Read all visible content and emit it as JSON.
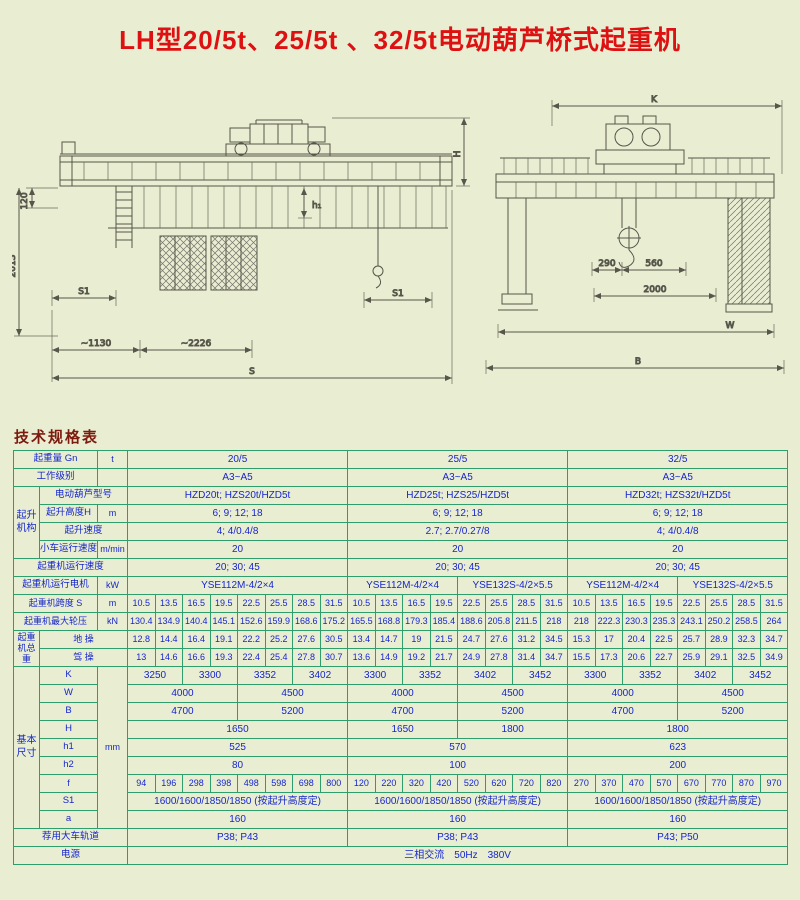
{
  "page": {
    "title": "LH型20/5t、25/5t 、32/5t电动葫芦桥式起重机",
    "table_heading": "技术规格表"
  },
  "colors": {
    "background": "#e9edd2",
    "title_red": "#dd1111",
    "table_border_green": "#2f9e6d",
    "table_text_blue": "#1527cc",
    "drawing_ink": "#56564a"
  },
  "drawings": {
    "side_view": {
      "labels": {
        "d120": "120",
        "d2013": "2013",
        "s1_left": "S1",
        "d1130": "~1130",
        "d2226": "~2226",
        "span": "S",
        "height": "H",
        "h1": "h₁",
        "s1_right": "S1"
      }
    },
    "end_view": {
      "labels": {
        "K": "K",
        "d290": "290",
        "d560": "560",
        "d2000": "2000",
        "W": "W",
        "B": "B"
      }
    }
  },
  "table": {
    "rows": [
      {
        "id": "capacity",
        "labelSpan": 2,
        "label": "起重量 Gn",
        "unit": "t",
        "cells": [
          {
            "t": "20/5",
            "s": 8
          },
          {
            "t": "25/5",
            "s": 8
          },
          {
            "t": "32/5",
            "s": 8
          }
        ]
      },
      {
        "id": "duty",
        "labelSpan": 2,
        "label": "工作级别",
        "unit": "",
        "cells": [
          {
            "t": "A3~A5",
            "s": 8
          },
          {
            "t": "A3~A5",
            "s": 8
          },
          {
            "t": "A3~A5",
            "s": 8
          }
        ]
      },
      {
        "id": "hoist-model",
        "group": {
          "text": "起升机构",
          "rows": 4
        },
        "labelSpan": 2,
        "label": "电动葫芦型号",
        "cells": [
          {
            "t": "HZD20t; HZS20t/HZD5t",
            "s": 8
          },
          {
            "t": "HZD25t; HZS25/HZD5t",
            "s": 8
          },
          {
            "t": "HZD32t; HZS32t/HZD5t",
            "s": 8
          }
        ]
      },
      {
        "id": "lift-height",
        "labelSpan": 1,
        "label": "起升高度H",
        "unit": "m",
        "cells": [
          {
            "t": "6; 9; 12; 18",
            "s": 8
          },
          {
            "t": "6; 9; 12; 18",
            "s": 8
          },
          {
            "t": "6; 9; 12; 18",
            "s": 8
          }
        ]
      },
      {
        "id": "lift-speed",
        "labelSpan": 2,
        "label": "起升速度",
        "cells": [
          {
            "t": "4; 4/0.4/8",
            "s": 8
          },
          {
            "t": "2.7; 2.7/0.27/8",
            "s": 8
          },
          {
            "t": "4; 4/0.4/8",
            "s": 8
          }
        ]
      },
      {
        "id": "trolley-speed",
        "labelSpan": 1,
        "label": "小车运行速度",
        "unit": "m/min",
        "cells": [
          {
            "t": "20",
            "s": 8
          },
          {
            "t": "20",
            "s": 8
          },
          {
            "t": "20",
            "s": 8
          }
        ]
      },
      {
        "id": "crane-speed",
        "labelSpan": 3,
        "label": "起重机运行速度",
        "cells": [
          {
            "t": "20; 30; 45",
            "s": 8
          },
          {
            "t": "20; 30; 45",
            "s": 8
          },
          {
            "t": "20; 30; 45",
            "s": 8
          }
        ]
      },
      {
        "id": "travel-motor",
        "labelSpan": 2,
        "label": "起重机运行电机",
        "unit": "kW",
        "cells": [
          {
            "t": "YSE112M-4/2×4",
            "s": 8
          },
          {
            "t": "YSE112M-4/2×4",
            "s": 4
          },
          {
            "t": "YSE132S-4/2×5.5",
            "s": 4
          },
          {
            "t": "YSE112M-4/2×4",
            "s": 4
          },
          {
            "t": "YSE132S-4/2×5.5",
            "s": 4
          }
        ]
      },
      {
        "id": "span",
        "cls": "num",
        "labelSpan": 2,
        "label": "起重机跨度 S",
        "unit": "m",
        "cells": [
          "10.5",
          "13.5",
          "16.5",
          "19.5",
          "22.5",
          "25.5",
          "28.5",
          "31.5",
          "10.5",
          "13.5",
          "16.5",
          "19.5",
          "22.5",
          "25.5",
          "28.5",
          "31.5",
          "10.5",
          "13.5",
          "16.5",
          "19.5",
          "22.5",
          "25.5",
          "28.5",
          "31.5"
        ]
      },
      {
        "id": "wheel-load",
        "cls": "num",
        "labelSpan": 2,
        "label": "起重机最大轮压",
        "unit": "kN",
        "cells": [
          "130.4",
          "134.9",
          "140.4",
          "145.1",
          "152.6",
          "159.9",
          "168.6",
          "175.2",
          "165.5",
          "168.8",
          "179.3",
          "185.4",
          "188.6",
          "205.8",
          "211.5",
          "218",
          "218",
          "222.3",
          "230.3",
          "235.3",
          "243.1",
          "250.2",
          "258.5",
          "264"
        ]
      },
      {
        "id": "weight-ground",
        "cls": "num",
        "group": {
          "text": "起重机总重",
          "rows": 2
        },
        "labelSpan": 2,
        "label": "地 操",
        "cells": [
          "12.8",
          "14.4",
          "16.4",
          "19.1",
          "22.2",
          "25.2",
          "27.6",
          "30.5",
          "13.4",
          "14.7",
          "19",
          "21.5",
          "24.7",
          "27.6",
          "31.2",
          "34.5",
          "15.3",
          "17",
          "20.4",
          "22.5",
          "25.7",
          "28.9",
          "32.3",
          "34.7"
        ]
      },
      {
        "id": "weight-cab",
        "cls": "num",
        "labelSpan": 2,
        "label": "驾 操",
        "cells": [
          "13",
          "14.6",
          "16.6",
          "19.3",
          "22.4",
          "25.4",
          "27.8",
          "30.7",
          "13.6",
          "14.9",
          "19.2",
          "21.7",
          "24.9",
          "27.8",
          "31.4",
          "34.7",
          "15.5",
          "17.3",
          "20.6",
          "22.7",
          "25.9",
          "29.1",
          "32.5",
          "34.9"
        ]
      },
      {
        "id": "dim-K",
        "group": {
          "text": "基本尺寸",
          "rows": 9
        },
        "labelSpan": 1,
        "label": "K",
        "unit": "mm",
        "unitRows": 9,
        "cells": [
          {
            "t": "3250",
            "s": 2
          },
          {
            "t": "3300",
            "s": 2
          },
          {
            "t": "3352",
            "s": 2
          },
          {
            "t": "3402",
            "s": 2
          },
          {
            "t": "3300",
            "s": 2
          },
          {
            "t": "3352",
            "s": 2
          },
          {
            "t": "3402",
            "s": 2
          },
          {
            "t": "3452",
            "s": 2
          },
          {
            "t": "3300",
            "s": 2
          },
          {
            "t": "3352",
            "s": 2
          },
          {
            "t": "3402",
            "s": 2
          },
          {
            "t": "3452",
            "s": 2
          }
        ]
      },
      {
        "id": "dim-W",
        "labelSpan": 1,
        "label": "W",
        "cells": [
          {
            "t": "4000",
            "s": 4
          },
          {
            "t": "4500",
            "s": 4
          },
          {
            "t": "4000",
            "s": 4
          },
          {
            "t": "4500",
            "s": 4
          },
          {
            "t": "4000",
            "s": 4
          },
          {
            "t": "4500",
            "s": 4
          }
        ]
      },
      {
        "id": "dim-B",
        "labelSpan": 1,
        "label": "B",
        "cells": [
          {
            "t": "4700",
            "s": 4
          },
          {
            "t": "5200",
            "s": 4
          },
          {
            "t": "4700",
            "s": 4
          },
          {
            "t": "5200",
            "s": 4
          },
          {
            "t": "4700",
            "s": 4
          },
          {
            "t": "5200",
            "s": 4
          }
        ]
      },
      {
        "id": "dim-H",
        "labelSpan": 1,
        "label": "H",
        "cells": [
          {
            "t": "1650",
            "s": 8
          },
          {
            "t": "1650",
            "s": 4
          },
          {
            "t": "1800",
            "s": 4
          },
          {
            "t": "1800",
            "s": 8
          }
        ]
      },
      {
        "id": "dim-h1",
        "labelSpan": 1,
        "label": "h1",
        "cells": [
          {
            "t": "525",
            "s": 8
          },
          {
            "t": "570",
            "s": 8
          },
          {
            "t": "623",
            "s": 8
          }
        ]
      },
      {
        "id": "dim-h2",
        "labelSpan": 1,
        "label": "h2",
        "cells": [
          {
            "t": "80",
            "s": 8
          },
          {
            "t": "100",
            "s": 8
          },
          {
            "t": "200",
            "s": 8
          }
        ]
      },
      {
        "id": "dim-f",
        "cls": "num",
        "labelSpan": 1,
        "label": "f",
        "cells": [
          "94",
          "196",
          "298",
          "398",
          "498",
          "598",
          "698",
          "800",
          "120",
          "220",
          "320",
          "420",
          "520",
          "620",
          "720",
          "820",
          "270",
          "370",
          "470",
          "570",
          "670",
          "770",
          "870",
          "970"
        ]
      },
      {
        "id": "dim-S1",
        "labelSpan": 1,
        "label": "S1",
        "cells": [
          {
            "t": "1600/1600/1850/1850 (按起升高度定)",
            "s": 8
          },
          {
            "t": "1600/1600/1850/1850 (按起升高度定)",
            "s": 8
          },
          {
            "t": "1600/1600/1850/1850 (按起升高度定)",
            "s": 8
          }
        ]
      },
      {
        "id": "dim-a",
        "labelSpan": 1,
        "label": "a",
        "cells": [
          {
            "t": "160",
            "s": 8
          },
          {
            "t": "160",
            "s": 8
          },
          {
            "t": "160",
            "s": 8
          }
        ]
      },
      {
        "id": "rail",
        "labelSpan": 3,
        "label": "荐用大车轨道",
        "cells": [
          {
            "t": "P38; P43",
            "s": 8
          },
          {
            "t": "P38; P43",
            "s": 8
          },
          {
            "t": "P43; P50",
            "s": 8
          }
        ]
      },
      {
        "id": "power",
        "labelSpan": 3,
        "label": "电源",
        "cells": [
          {
            "t": "三相交流　50Hz　380V",
            "s": 24
          }
        ]
      }
    ]
  }
}
